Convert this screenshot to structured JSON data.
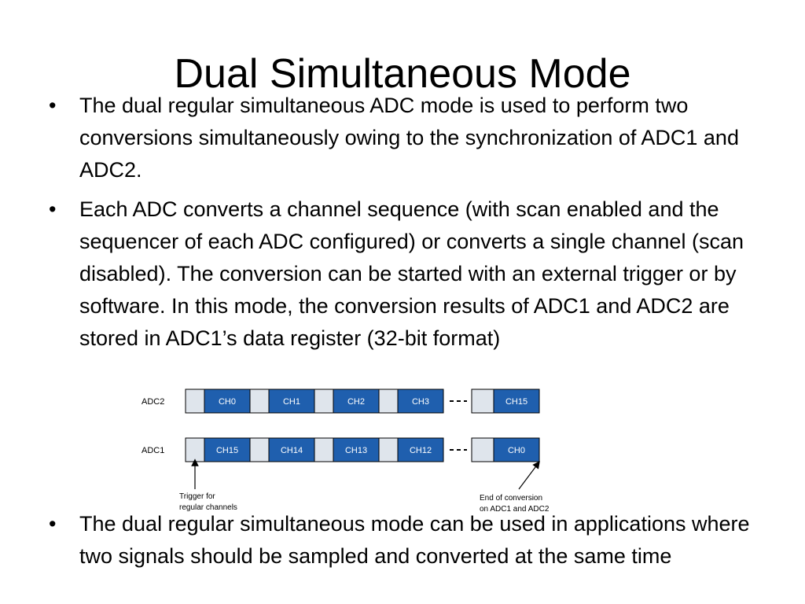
{
  "slide": {
    "title": "Dual Simultaneous Mode",
    "bullets": [
      "The dual regular simultaneous ADC mode is used to perform two conversions simultaneously owing to the synchronization of ADC1 and ADC2.",
      "Each ADC converts a channel sequence (with scan enabled and the sequencer of each ADC configured) or converts a single channel (scan disabled). The conversion can be started with an external trigger or by software. In this mode, the conversion results of ADC1 and ADC2 are stored in ADC1’s data register (32-bit format)",
      " The dual regular simultaneous mode can be used in applications where two signals should be sampled and converted at the same time"
    ],
    "bullet_symbol": "•"
  },
  "diagram": {
    "adc2": {
      "label": "ADC2",
      "channels": [
        "CH0",
        "CH1",
        "CH2",
        "CH3"
      ],
      "last": "CH15"
    },
    "adc1": {
      "label": "ADC1",
      "channels": [
        "CH15",
        "CH14",
        "CH13",
        "CH12"
      ],
      "last": "CH0"
    },
    "trigger_label": [
      "Trigger for",
      "regular channels"
    ],
    "eoc_label": [
      "End of conversion",
      "on ADC1 and ADC2"
    ],
    "channel_color": "#1f5fae",
    "gap_color": "#dfe5ec"
  }
}
